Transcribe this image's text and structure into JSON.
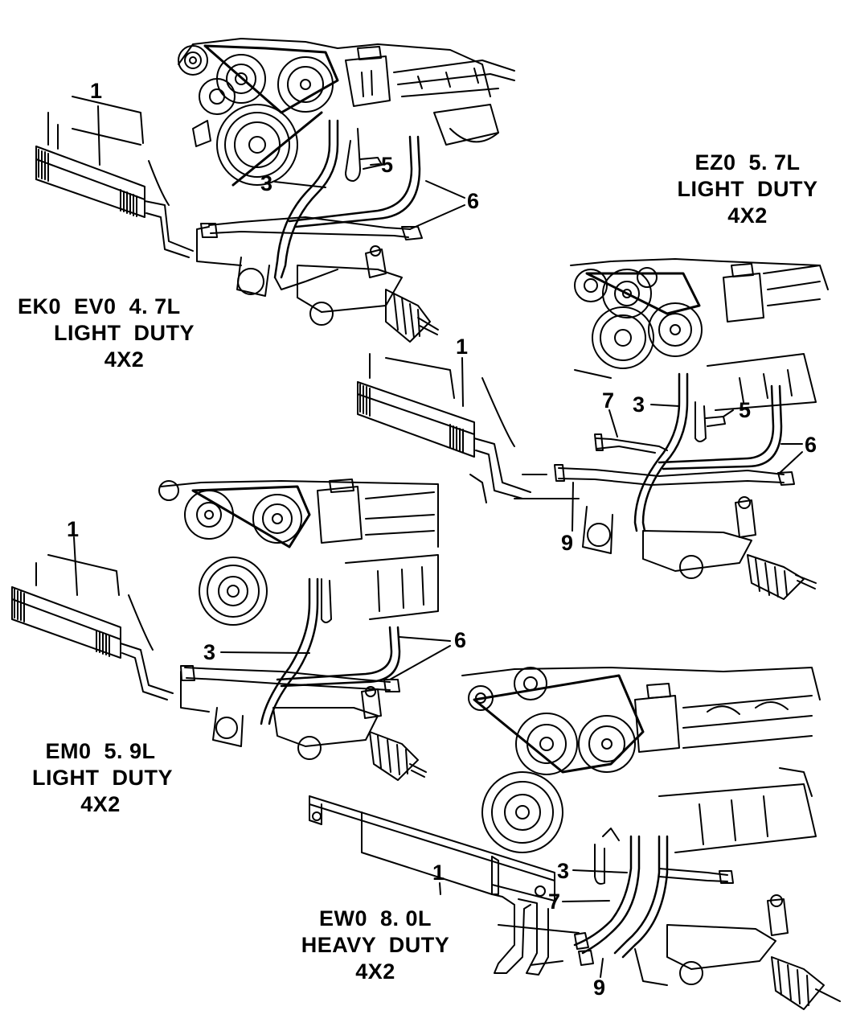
{
  "diagram": {
    "views": [
      {
        "id": "eko-evo",
        "label_lines": [
          "EK0  EV0  4. 7L",
          "LIGHT  DUTY",
          "4X2"
        ],
        "callouts": [
          "1",
          "3",
          "5",
          "6"
        ]
      },
      {
        "id": "ezo",
        "label_lines": [
          "EZ0  5. 7L",
          "LIGHT  DUTY",
          "4X2"
        ],
        "callouts": [
          "1",
          "7",
          "3",
          "5",
          "6",
          "9"
        ]
      },
      {
        "id": "emo",
        "label_lines": [
          "EM0  5. 9L",
          "LIGHT  DUTY",
          "4X2"
        ],
        "callouts": [
          "1",
          "3",
          "6"
        ]
      },
      {
        "id": "ewo",
        "label_lines": [
          "EW0  8. 0L",
          "HEAVY  DUTY",
          "4X2"
        ],
        "callouts": [
          "1",
          "3",
          "7",
          "9"
        ]
      }
    ],
    "colors": {
      "line": "#000000",
      "background": "#ffffff"
    }
  }
}
